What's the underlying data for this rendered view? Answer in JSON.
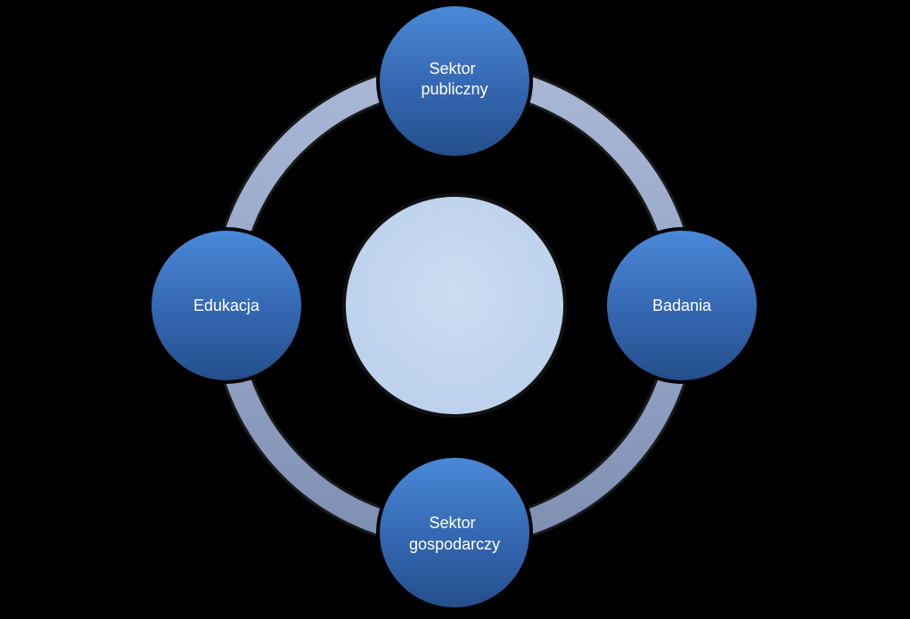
{
  "diagram": {
    "center_label": "",
    "nodes": [
      {
        "id": "top",
        "lines": [
          "Sektor",
          "publiczny"
        ]
      },
      {
        "id": "right",
        "lines": [
          "Badania"
        ]
      },
      {
        "id": "bottom",
        "lines": [
          "Sektor",
          "gospodarczy"
        ]
      },
      {
        "id": "left",
        "lines": [
          "Edukacja"
        ]
      }
    ],
    "colors": {
      "background": "#000000",
      "node_fill_light": "#3f7fd0",
      "node_fill_dark": "#24538f",
      "node_stroke": "#000000",
      "ring": "#8e9dbd",
      "center_fill": "#c6d9f0"
    }
  }
}
